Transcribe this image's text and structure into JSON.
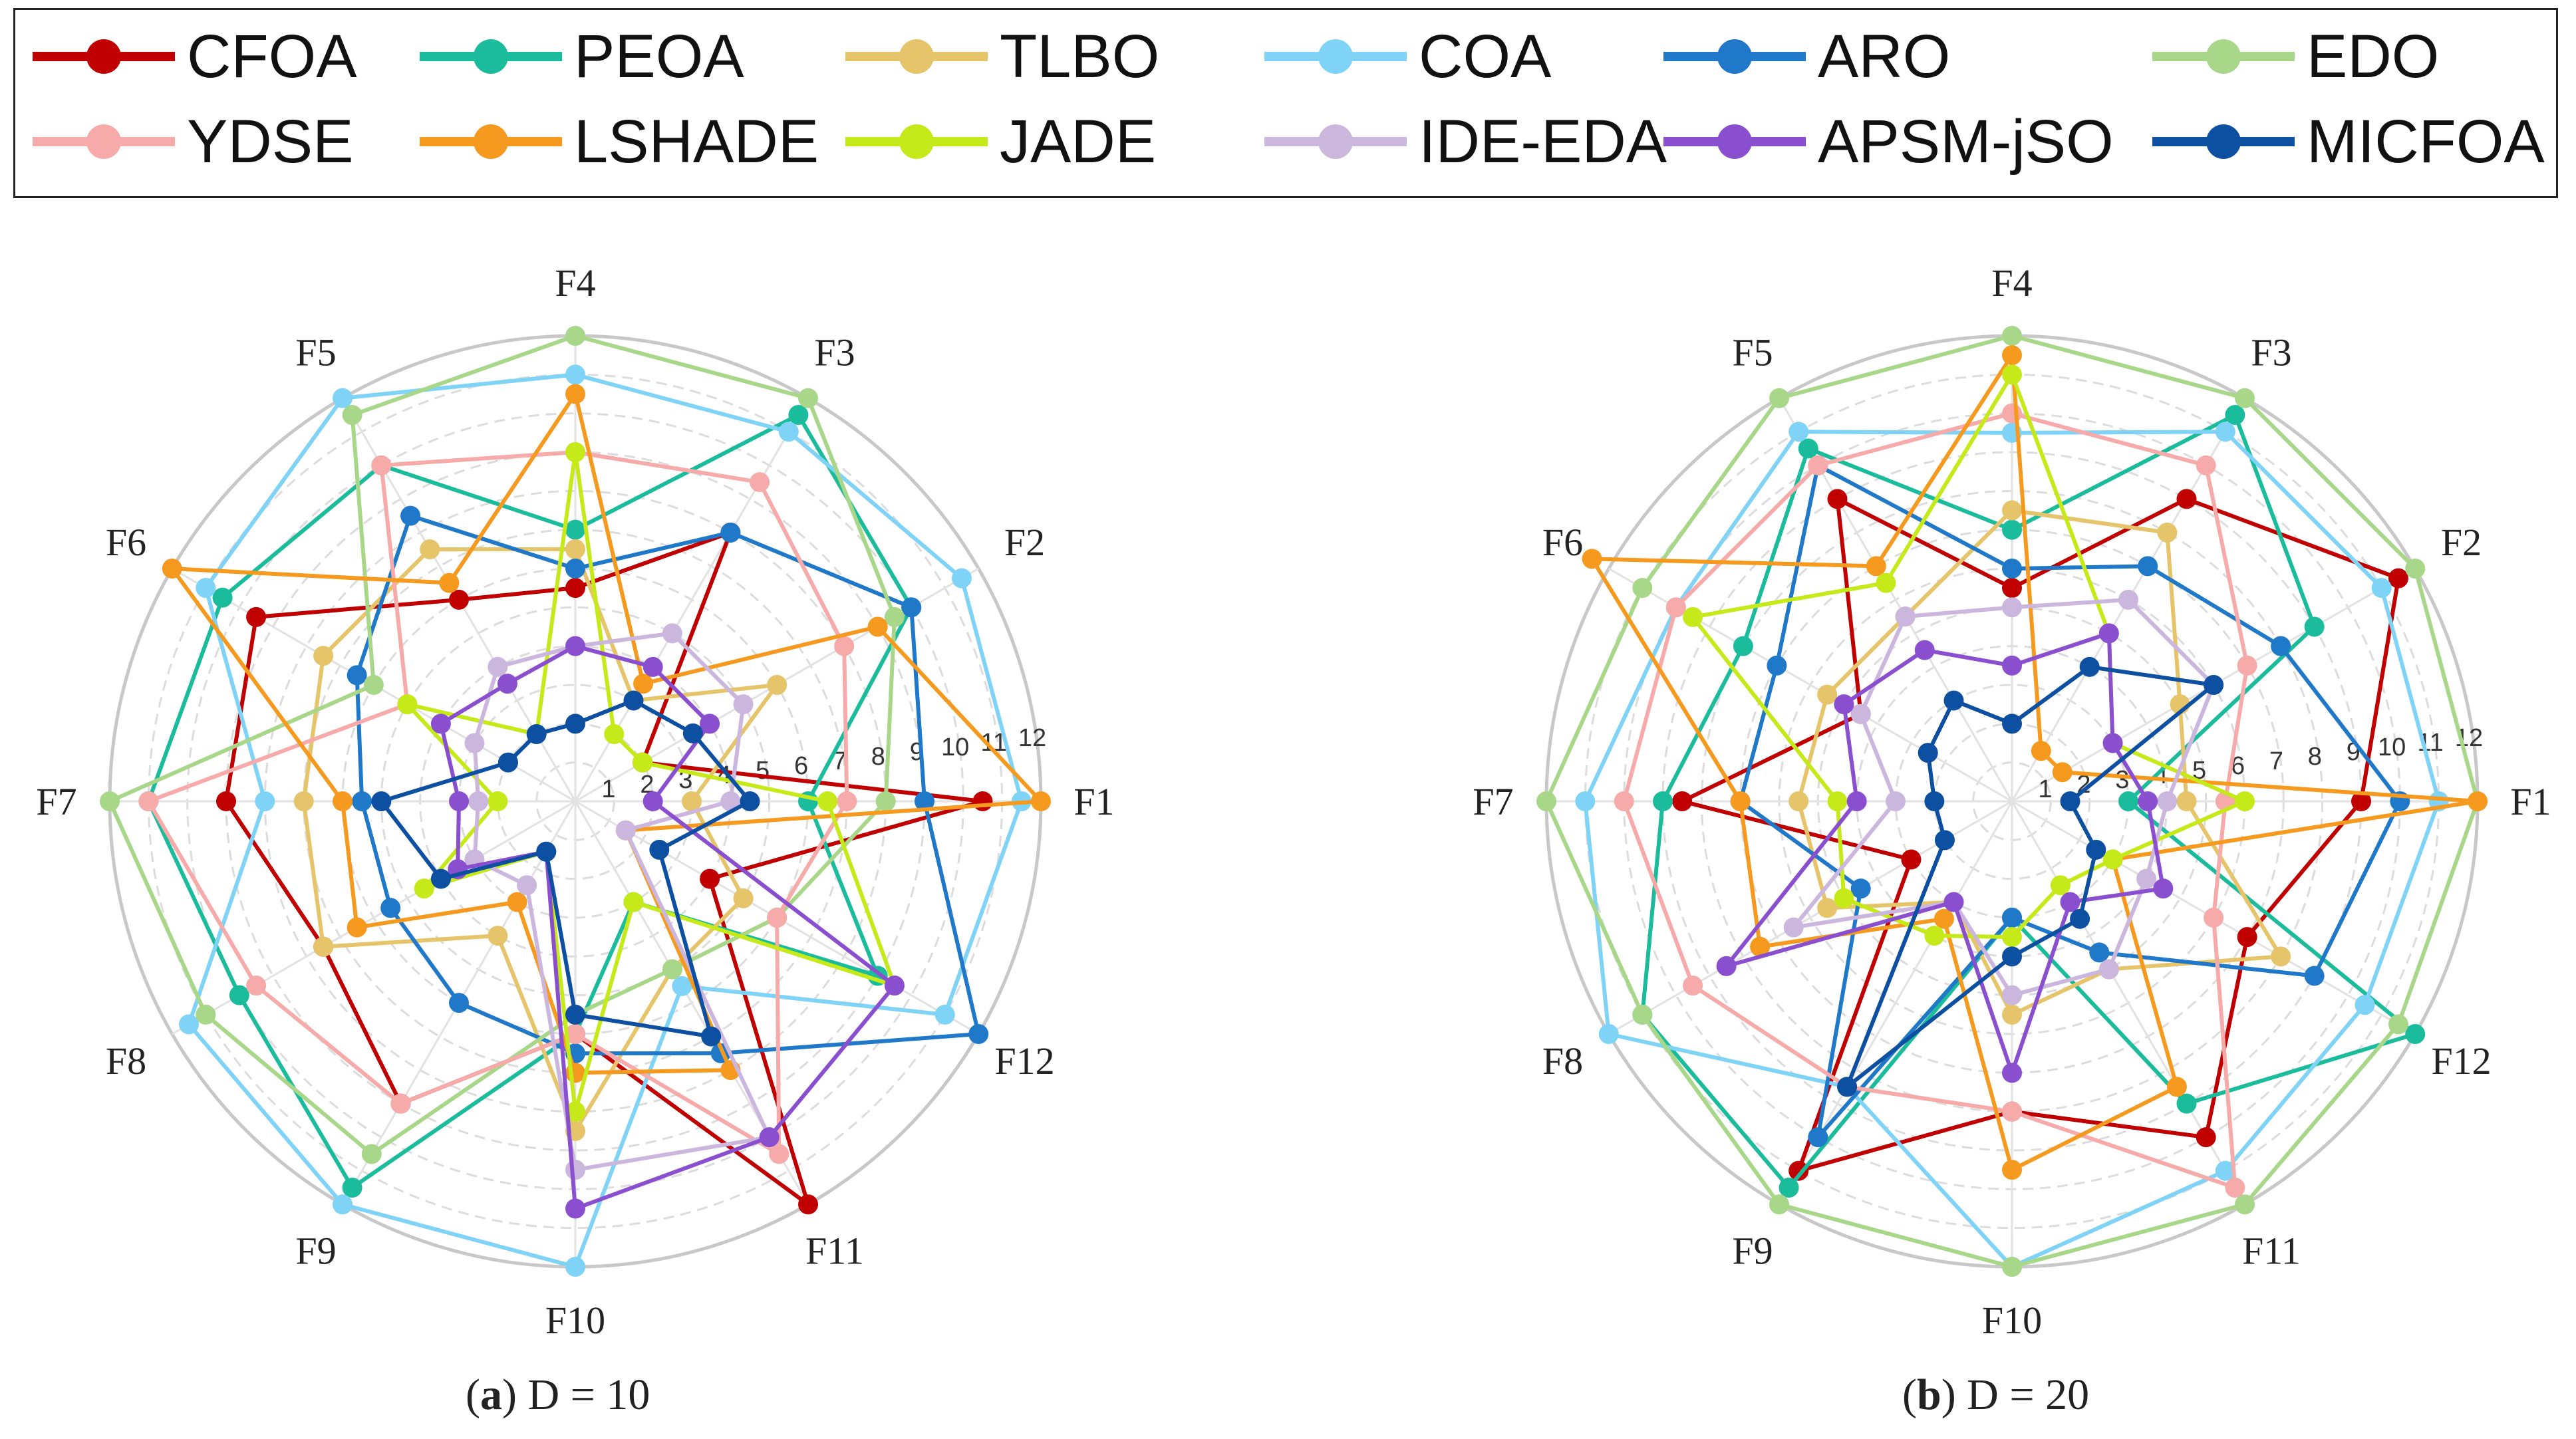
{
  "legend": [
    {
      "name": "CFOA",
      "color": "#c00000"
    },
    {
      "name": "PEOA",
      "color": "#1abc9c"
    },
    {
      "name": "TLBO",
      "color": "#e6c46a"
    },
    {
      "name": "COA",
      "color": "#7fd3f7"
    },
    {
      "name": "ARO",
      "color": "#1f78c8"
    },
    {
      "name": "EDO",
      "color": "#a9d78a"
    },
    {
      "name": "YDSE",
      "color": "#f7aaaa"
    },
    {
      "name": "LSHADE",
      "color": "#f59a1f"
    },
    {
      "name": "JADE",
      "color": "#c6e91a"
    },
    {
      "name": "IDE-EDA",
      "color": "#cbb6dd"
    },
    {
      "name": "APSM-jSO",
      "color": "#8a4fcf"
    },
    {
      "name": "MICFOA",
      "color": "#0d4fa0"
    }
  ],
  "captions": [
    {
      "letter": "a",
      "rest": ") D = 10"
    },
    {
      "letter": "b",
      "rest": ") D = 20"
    }
  ],
  "chart_data": [
    {
      "type": "radar",
      "title": "",
      "axes": [
        "F1",
        "F2",
        "F3",
        "F4",
        "F5",
        "F6",
        "F7",
        "F8",
        "F9",
        "F10",
        "F11",
        "F12"
      ],
      "r_ticks": [
        1,
        2,
        3,
        4,
        5,
        6,
        7,
        8,
        9,
        10,
        11,
        12
      ],
      "r_range": [
        0,
        12
      ],
      "grid": true,
      "series": [
        {
          "name": "CFOA",
          "values": [
            10.5,
            2,
            8,
            5.5,
            6,
            9.5,
            9,
            7.5,
            9,
            6,
            12,
            4
          ]
        },
        {
          "name": "PEOA",
          "values": [
            6,
            10,
            11.5,
            7,
            10,
            10.5,
            11,
            10,
            11.5,
            6,
            3,
            9
          ]
        },
        {
          "name": "TLBO",
          "values": [
            3,
            6,
            3,
            6.5,
            7.5,
            7.5,
            7,
            7.5,
            4,
            8.5,
            5,
            5
          ]
        },
        {
          "name": "COA",
          "values": [
            11.5,
            11.5,
            11,
            11,
            12,
            11,
            8,
            11.5,
            12,
            12,
            5.5,
            11
          ]
        },
        {
          "name": "ARO",
          "values": [
            9,
            10,
            8,
            6,
            8.5,
            6.5,
            5.5,
            5.5,
            6,
            6.5,
            7.5,
            12
          ]
        },
        {
          "name": "EDO",
          "values": [
            8,
            9.5,
            12,
            12,
            11.5,
            6,
            12,
            11,
            10.5,
            5.5,
            5,
            6
          ]
        },
        {
          "name": "YDSE",
          "values": [
            7,
            8,
            9.5,
            9,
            10,
            5,
            11,
            9.5,
            9,
            6,
            10.5,
            6
          ]
        },
        {
          "name": "LSHADE",
          "values": [
            12,
            9,
            3.5,
            10.5,
            6.5,
            12,
            6,
            6.5,
            3,
            7,
            8,
            1.5
          ]
        },
        {
          "name": "JADE",
          "values": [
            6.5,
            2,
            2,
            9,
            2,
            5,
            2,
            4.5,
            1.5,
            8,
            3,
            9.5
          ]
        },
        {
          "name": "IDE-EDA",
          "values": [
            4,
            5,
            5,
            4,
            4,
            3,
            2.5,
            3,
            2.5,
            9.5,
            10,
            1.5
          ]
        },
        {
          "name": "APSM-jSO",
          "values": [
            2,
            4,
            4,
            4,
            3.5,
            4,
            3,
            3.5,
            1.5,
            10.5,
            10,
            9.5
          ]
        },
        {
          "name": "MICFOA",
          "values": [
            4.5,
            3.5,
            3,
            2,
            2,
            2,
            5,
            4,
            1.5,
            5.5,
            7,
            2.5
          ]
        }
      ]
    },
    {
      "type": "radar",
      "title": "",
      "axes": [
        "F1",
        "F2",
        "F3",
        "F4",
        "F5",
        "F6",
        "F7",
        "F8",
        "F9",
        "F10",
        "F11",
        "F12"
      ],
      "r_ticks": [
        1,
        2,
        3,
        4,
        5,
        6,
        7,
        8,
        9,
        10,
        11,
        12
      ],
      "r_range": [
        0,
        12
      ],
      "grid": true,
      "series": [
        {
          "name": "CFOA",
          "values": [
            9,
            11.5,
            9,
            5.5,
            9,
            4.5,
            8.5,
            3,
            11,
            8,
            10,
            7
          ]
        },
        {
          "name": "PEOA",
          "values": [
            3,
            9,
            11.5,
            7,
            10.5,
            8,
            9,
            11,
            11.5,
            3,
            9,
            12
          ]
        },
        {
          "name": "TLBO",
          "values": [
            4.5,
            5,
            8,
            7.5,
            5.5,
            5.5,
            5.5,
            5.5,
            3,
            5.5,
            5,
            8
          ]
        },
        {
          "name": "COA",
          "values": [
            11,
            11,
            11,
            9.5,
            11,
            10,
            11,
            12,
            8.5,
            12,
            11,
            10.5
          ]
        },
        {
          "name": "ARO",
          "values": [
            10,
            8,
            7,
            6,
            10,
            7,
            7,
            4.5,
            10,
            3,
            4.5,
            9
          ]
        },
        {
          "name": "EDO",
          "values": [
            12,
            12,
            12,
            12,
            12,
            11,
            12,
            11,
            12,
            12,
            12,
            11.5
          ]
        },
        {
          "name": "YDSE",
          "values": [
            5.5,
            7,
            10,
            10,
            10,
            10,
            10,
            9.5,
            8.5,
            8,
            11.5,
            6
          ]
        },
        {
          "name": "LSHADE",
          "values": [
            12,
            1.5,
            1.5,
            11.5,
            7,
            12.5,
            7,
            7.5,
            3.5,
            9.5,
            8.5,
            3
          ]
        },
        {
          "name": "JADE",
          "values": [
            6,
            3,
            5,
            11,
            6.5,
            9.5,
            4.5,
            5,
            4,
            3.5,
            2.5,
            3
          ]
        },
        {
          "name": "IDE-EDA",
          "values": [
            4,
            6,
            6,
            5,
            5.5,
            4.5,
            3,
            6.5,
            3,
            5,
            5,
            4
          ]
        },
        {
          "name": "APSM-jSO",
          "values": [
            3.5,
            3,
            5,
            3.5,
            4.5,
            5,
            4,
            8.5,
            3,
            7,
            3,
            4.5
          ]
        },
        {
          "name": "MICFOA",
          "values": [
            1.5,
            6,
            4,
            2,
            3,
            2.5,
            2,
            2,
            8.5,
            4,
            3.5,
            2.5
          ]
        }
      ]
    }
  ]
}
